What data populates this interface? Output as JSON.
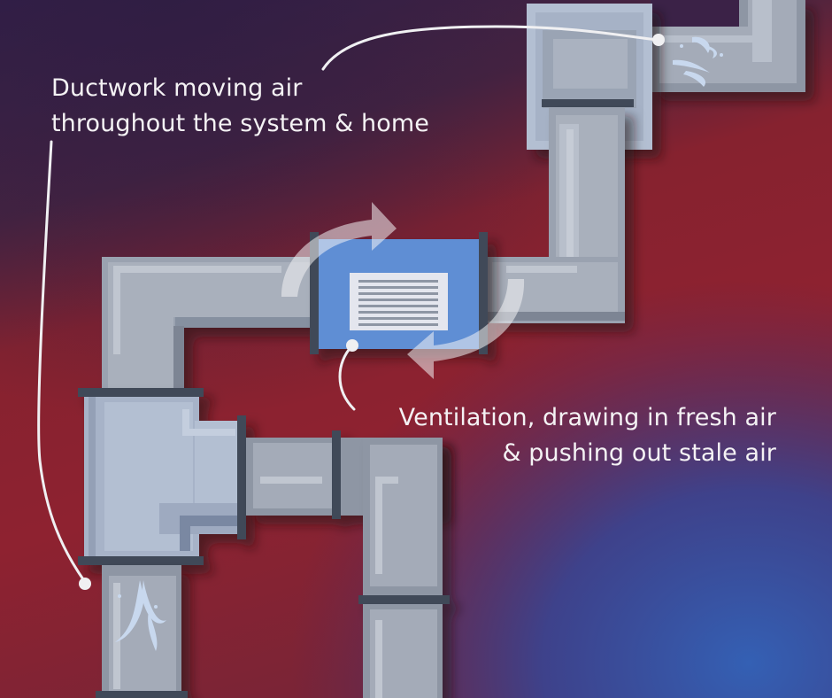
{
  "annotations": {
    "ductwork": {
      "line1": "Ductwork moving air",
      "line2": "throughout the system & home"
    },
    "ventilation": {
      "line1": "Ventilation, drawing in fresh air",
      "line2": "& pushing out stale air"
    }
  },
  "colors": {
    "background_top": "#3a2248",
    "background_mid": "#8e2230",
    "background_bottom_right": "#2f56a8",
    "duct_light": "#a9b0bc",
    "duct_mid": "#8e96a4",
    "duct_dark": "#6b7484",
    "duct_collar": "#414a58",
    "fitting_light": "#b6c2d6",
    "ventilator_blue": "#5f8ed4",
    "grille": "#e4e6ee",
    "callout_line": "#f0f0f2",
    "airflow_swirl": "#c8d8ee"
  },
  "icons": [
    "airflow-swirl-icon",
    "rotation-arrows-icon",
    "vent-grille-icon"
  ]
}
